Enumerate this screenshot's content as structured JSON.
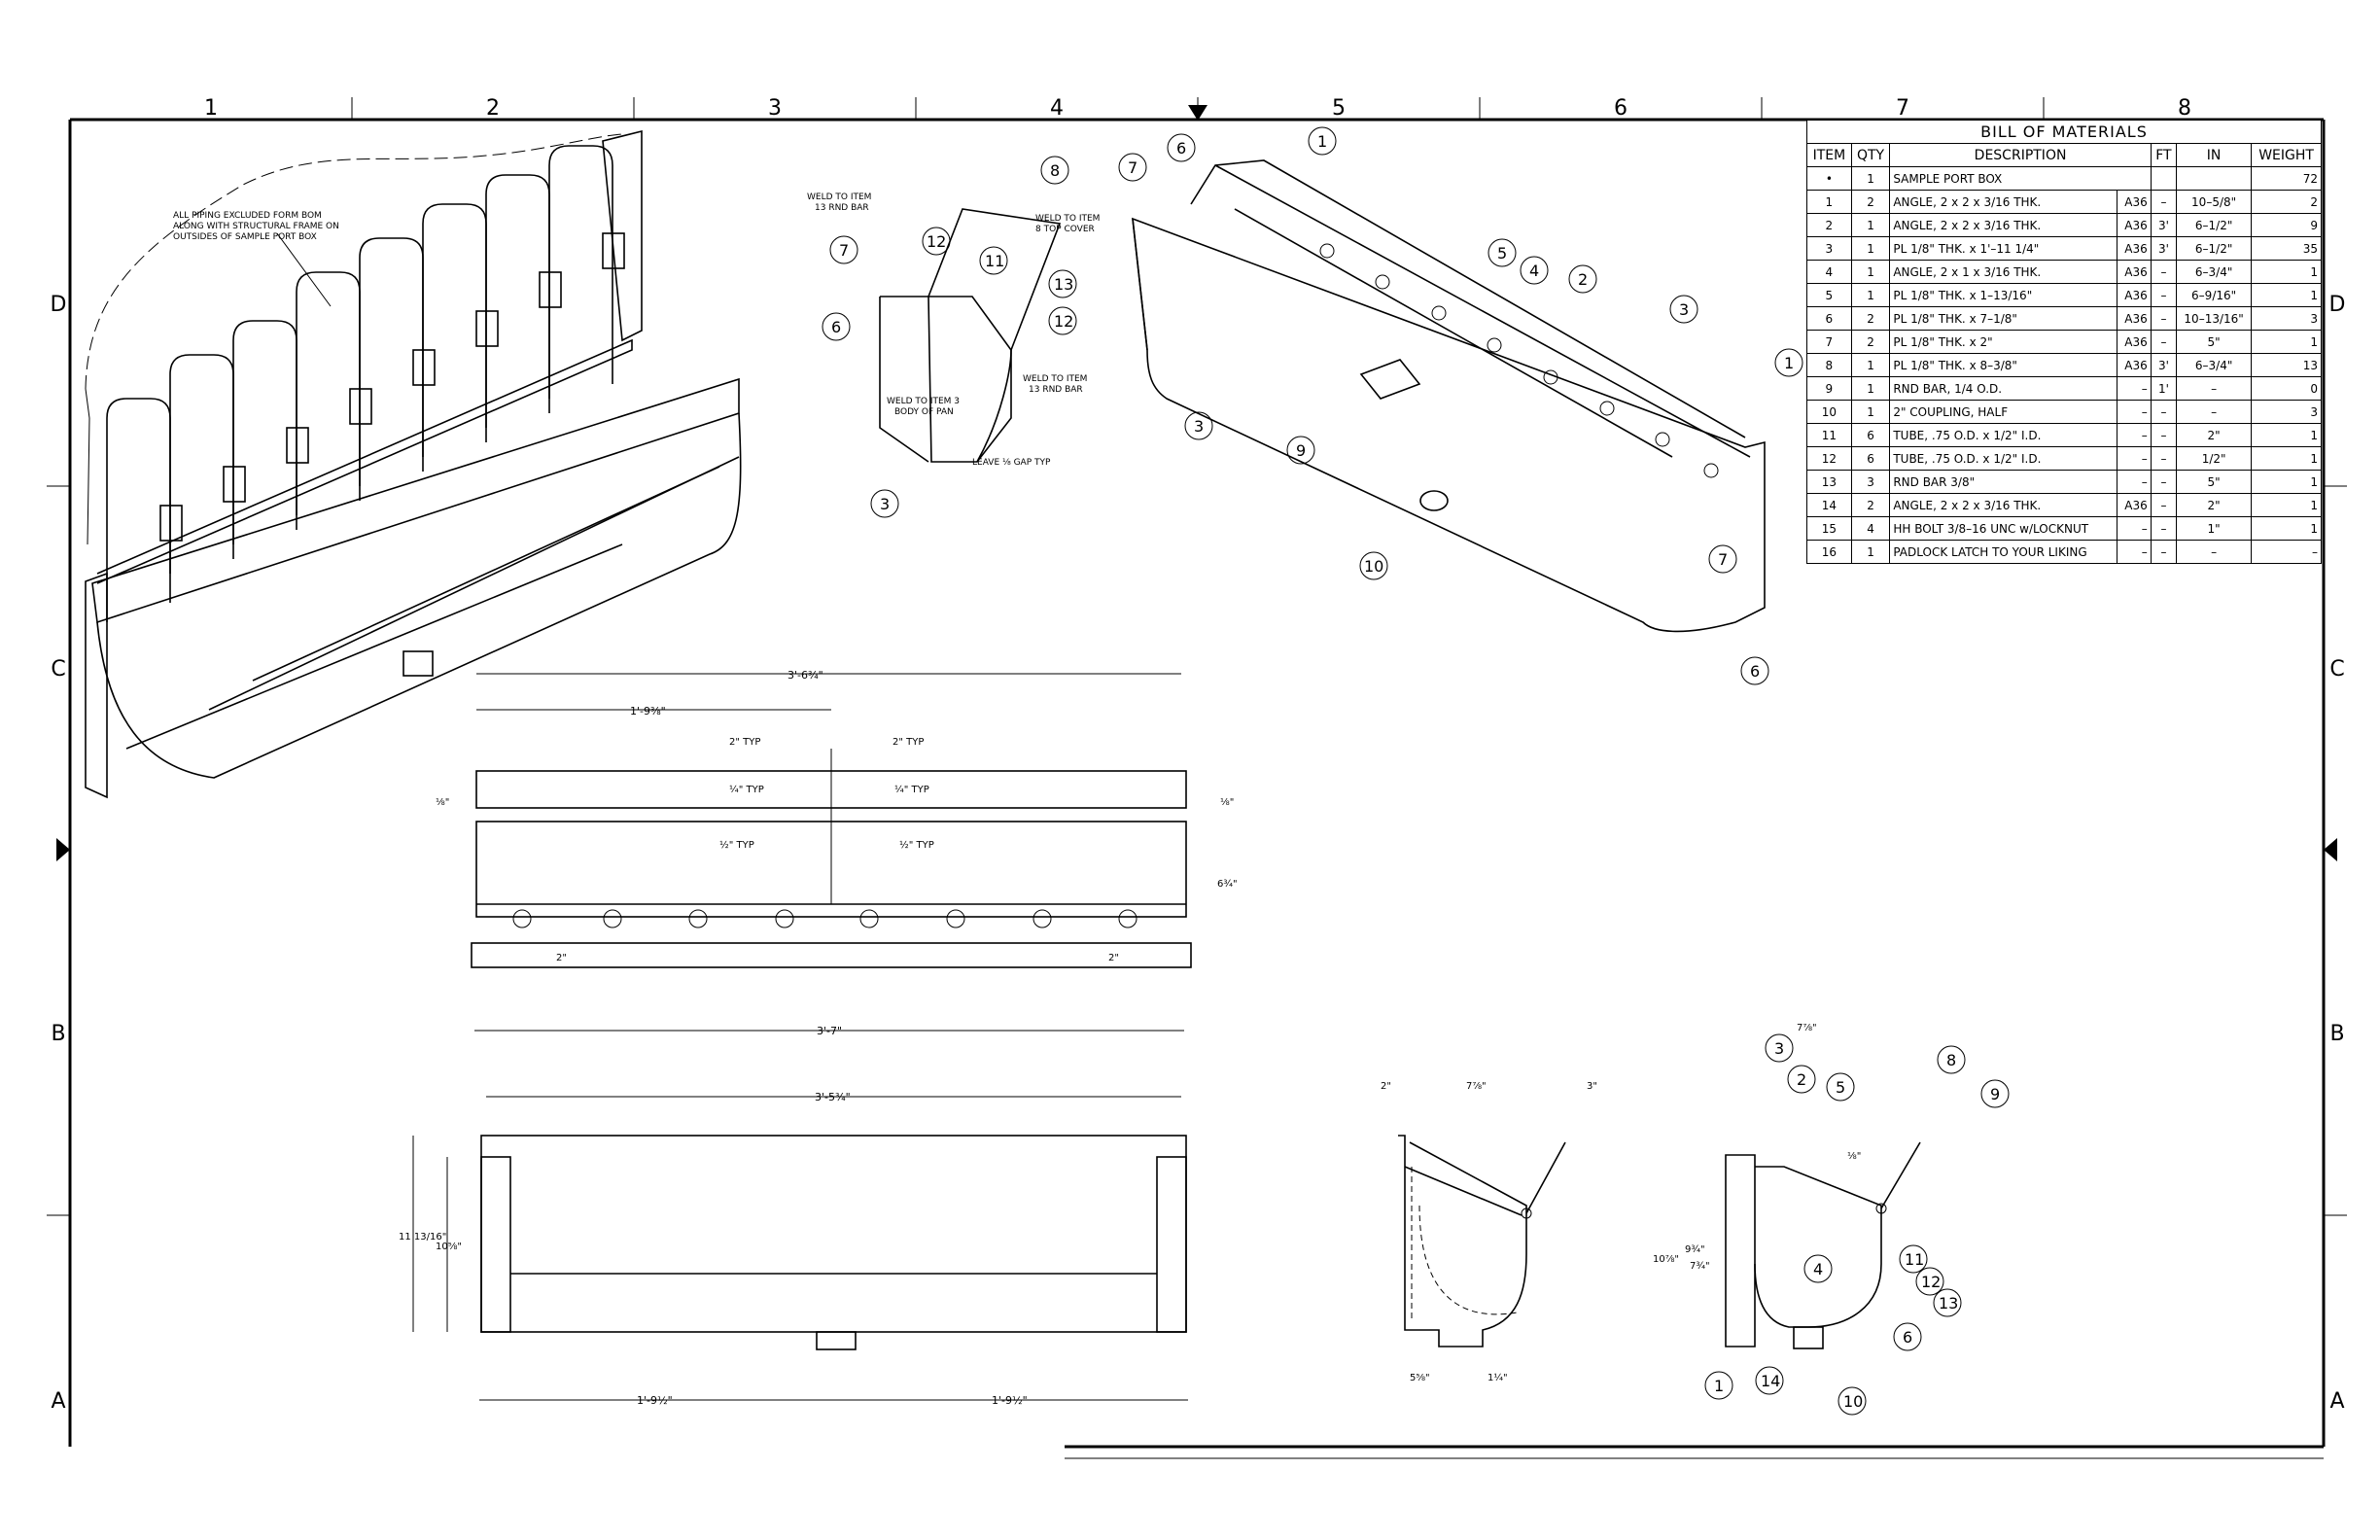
{
  "sheet": {
    "zone_columns": [
      "1",
      "2",
      "3",
      "4",
      "5",
      "6",
      "7",
      "8"
    ],
    "zone_rows": [
      "D",
      "C",
      "B",
      "A"
    ]
  },
  "notes": {
    "piping": [
      "ALL PIPING EXCLUDED FORM BOM",
      "ALONG WITH STRUCTURAL FRAME ON",
      "OUTSIDES OF SAMPLE PORT BOX"
    ],
    "weld_13_top": [
      "WELD TO ITEM",
      "13 RND BAR"
    ],
    "weld_8": [
      "WELD TO ITEM",
      "8 TOP COVER"
    ],
    "weld_3": [
      "WELD TO ITEM 3",
      "BODY OF PAN"
    ],
    "weld_13_right": [
      "WELD TO ITEM",
      "13 RND BAR"
    ],
    "gap": "LEAVE ⅛ GAP TYP"
  },
  "balloons": {
    "detail": [
      "8",
      "7",
      "12",
      "11",
      "13",
      "12",
      "6",
      "3"
    ],
    "iso": [
      "1",
      "6",
      "7",
      "5",
      "4",
      "2",
      "3",
      "1",
      "3",
      "9",
      "10",
      "7",
      "6"
    ],
    "section": [
      "3",
      "2",
      "5",
      "8",
      "9",
      "4",
      "11",
      "12",
      "13",
      "6",
      "1",
      "14",
      "10"
    ]
  },
  "dimensions": {
    "top_overall": "3'-6¾\"",
    "top_offset": "1'-9⅜\"",
    "typ_2_left": "2\" TYP",
    "typ_2_right": "2\" TYP",
    "typ_14_left": "¼\" TYP",
    "typ_14_right": "¼\" TYP",
    "typ_12_left": "½\" TYP",
    "typ_12_right": "½\" TYP",
    "eighth": "⅛\"",
    "height_6": "6¾\"",
    "two_in": "2\"",
    "bottom_overall": "3'-7\"",
    "front_overall": "3'-5¾\"",
    "front_h1": "11 13/16\"",
    "front_h2": "10⅝\"",
    "front_half_left": "1'-9½\"",
    "front_half_right": "1'-9½\"",
    "side_2": "2\"",
    "side_7": "7⅞\"",
    "side_3": "3\"",
    "side_5": "5⅝\"",
    "side_14": "1¼\"",
    "sec_7": "7⅞\"",
    "sec_18": "⅛\"",
    "sec_h1": "10⅞\"",
    "sec_h2": "9¾\"",
    "sec_h3": "7¾\""
  },
  "bom": {
    "title": "BILL OF MATERIALS",
    "headers": [
      "ITEM",
      "QTY",
      "DESCRIPTION",
      "FT",
      "IN",
      "WEIGHT"
    ],
    "rows": [
      {
        "item": "•",
        "qty": "1",
        "desc": "SAMPLE PORT BOX",
        "mat": "",
        "ft": "",
        "in": "",
        "wt": "72"
      },
      {
        "item": "1",
        "qty": "2",
        "desc": "ANGLE, 2 x 2 x 3/16 THK.",
        "mat": "A36",
        "ft": "–",
        "in": "10–5/8\"",
        "wt": "2"
      },
      {
        "item": "2",
        "qty": "1",
        "desc": "ANGLE, 2 x 2 x 3/16 THK.",
        "mat": "A36",
        "ft": "3'",
        "in": "6–1/2\"",
        "wt": "9"
      },
      {
        "item": "3",
        "qty": "1",
        "desc": "PL 1/8\" THK. x 1'–11 1/4\"",
        "mat": "A36",
        "ft": "3'",
        "in": "6–1/2\"",
        "wt": "35"
      },
      {
        "item": "4",
        "qty": "1",
        "desc": "ANGLE, 2 x 1 x 3/16 THK.",
        "mat": "A36",
        "ft": "–",
        "in": "6–3/4\"",
        "wt": "1"
      },
      {
        "item": "5",
        "qty": "1",
        "desc": "PL 1/8\" THK. x 1–13/16\"",
        "mat": "A36",
        "ft": "–",
        "in": "6–9/16\"",
        "wt": "1"
      },
      {
        "item": "6",
        "qty": "2",
        "desc": "PL 1/8\" THK. x 7–1/8\"",
        "mat": "A36",
        "ft": "–",
        "in": "10–13/16\"",
        "wt": "3"
      },
      {
        "item": "7",
        "qty": "2",
        "desc": "PL 1/8\" THK. x 2\"",
        "mat": "A36",
        "ft": "–",
        "in": "5\"",
        "wt": "1"
      },
      {
        "item": "8",
        "qty": "1",
        "desc": "PL 1/8\" THK. x 8–3/8\"",
        "mat": "A36",
        "ft": "3'",
        "in": "6–3/4\"",
        "wt": "13"
      },
      {
        "item": "9",
        "qty": "1",
        "desc": "RND BAR, 1/4 O.D.",
        "mat": "–",
        "ft": "1'",
        "in": "–",
        "wt": "0"
      },
      {
        "item": "10",
        "qty": "1",
        "desc": "2\" COUPLING, HALF",
        "mat": "–",
        "ft": "–",
        "in": "–",
        "wt": "3"
      },
      {
        "item": "11",
        "qty": "6",
        "desc": "TUBE, .75 O.D. x 1/2\" I.D.",
        "mat": "–",
        "ft": "–",
        "in": "2\"",
        "wt": "1"
      },
      {
        "item": "12",
        "qty": "6",
        "desc": "TUBE, .75 O.D. x 1/2\" I.D.",
        "mat": "–",
        "ft": "–",
        "in": "1/2\"",
        "wt": "1"
      },
      {
        "item": "13",
        "qty": "3",
        "desc": "RND BAR 3/8\"",
        "mat": "–",
        "ft": "–",
        "in": "5\"",
        "wt": "1"
      },
      {
        "item": "14",
        "qty": "2",
        "desc": "ANGLE, 2 x 2 x 3/16 THK.",
        "mat": "A36",
        "ft": "–",
        "in": "2\"",
        "wt": "1"
      },
      {
        "item": "15",
        "qty": "4",
        "desc": "HH BOLT 3/8–16 UNC w/LOCKNUT",
        "mat": "–",
        "ft": "–",
        "in": "1\"",
        "wt": "1"
      },
      {
        "item": "16",
        "qty": "1",
        "desc": "PADLOCK LATCH TO YOUR LIKING",
        "mat": "–",
        "ft": "–",
        "in": "–",
        "wt": "–"
      }
    ]
  }
}
